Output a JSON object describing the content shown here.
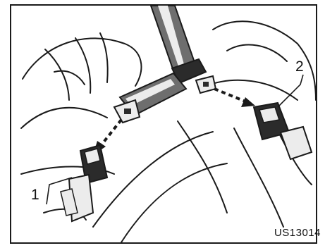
{
  "figure": {
    "code": "US13014",
    "callouts": {
      "one": "1",
      "two": "2"
    },
    "colors": {
      "line": "#1a1a1a",
      "shade": "#6e6e6e",
      "dark": "#2b2b2b",
      "light": "#ececec"
    }
  }
}
